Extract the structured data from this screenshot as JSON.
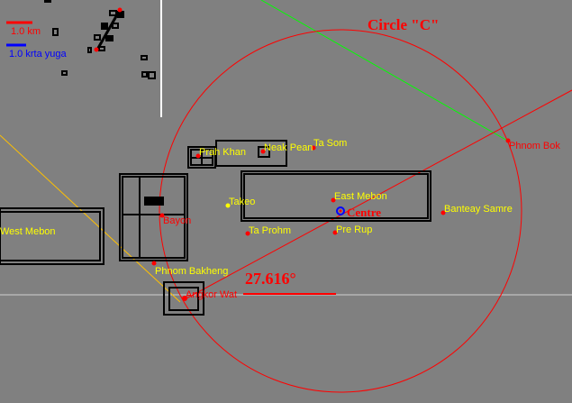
{
  "legend": {
    "scale_km": "1.0 km",
    "scale_yuga": "1.0 krta yuga"
  },
  "circle_label": "Circle \"C\"",
  "angle_label": "27.616°",
  "centre_label": "Centre",
  "temples": [
    {
      "name": "Prah Khan",
      "color": "#ffff00"
    },
    {
      "name": "Neak Pean",
      "color": "#ffff00"
    },
    {
      "name": "Ta Som",
      "color": "#ffff00"
    },
    {
      "name": "East Mebon",
      "color": "#ffff00"
    },
    {
      "name": "Takeo",
      "color": "#ffff00"
    },
    {
      "name": "Bayon",
      "color": "#ff0000"
    },
    {
      "name": "Ta Prohm",
      "color": "#ffff00"
    },
    {
      "name": "Pre Rup",
      "color": "#ffff00"
    },
    {
      "name": "Banteay Samre",
      "color": "#ffff00"
    },
    {
      "name": "West Mebon",
      "color": "#ffff00"
    },
    {
      "name": "Phnom Bakheng",
      "color": "#ffff00"
    },
    {
      "name": "Angkor Wat",
      "color": "#ff0000"
    },
    {
      "name": "Phnom Bok",
      "color": "#ff0000"
    }
  ],
  "colors": {
    "circle": "#ff0000",
    "axis": "#00ff00",
    "yellow_line": "#ffc000",
    "centre": "#0000ff"
  }
}
